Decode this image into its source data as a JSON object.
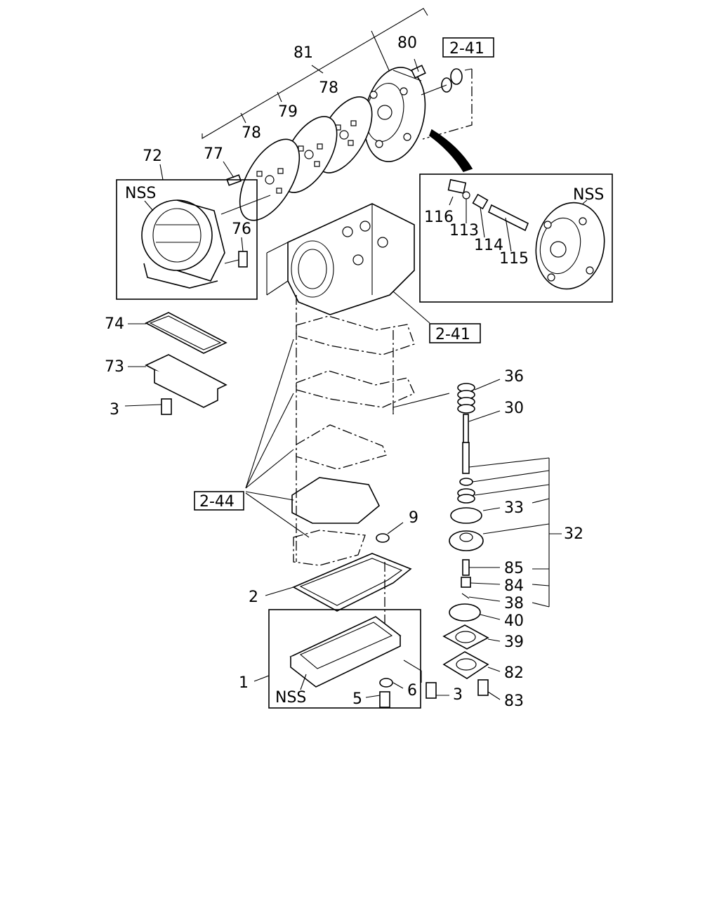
{
  "labels": {
    "l81": "81",
    "l80": "80",
    "l78a": "78",
    "l78b": "78",
    "l79": "79",
    "l77": "77",
    "l72": "72",
    "l76": "76",
    "l116": "116",
    "l113": "113",
    "l114": "114",
    "l115": "115",
    "l74": "74",
    "l73": "73",
    "l3a": "3",
    "l36": "36",
    "l30": "30",
    "l33": "33",
    "l32": "32",
    "l9": "9",
    "l2": "2",
    "l85": "85",
    "l84": "84",
    "l38": "38",
    "l40": "40",
    "l39": "39",
    "l1": "1",
    "l82": "82",
    "l6": "6",
    "l5": "5",
    "l3b": "3",
    "l83": "83"
  },
  "nss": {
    "n1": "NSS",
    "n2": "NSS",
    "n3": "NSS"
  },
  "refs": {
    "r241a": "2-41",
    "r241b": "2-41",
    "r244": "2-44"
  }
}
